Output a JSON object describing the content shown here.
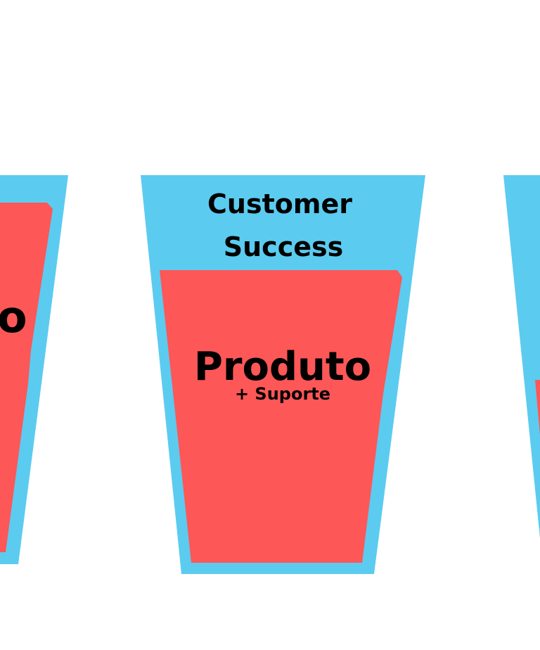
{
  "diagram": {
    "center_cup": {
      "top_label_line1": "Customer",
      "top_label_line2": "Success",
      "main_label": "Produto",
      "sub_label": "+ Suporte"
    },
    "left_cup": {
      "main_label_fragment": "o"
    }
  },
  "colors": {
    "cup_blue": "#5ccbf0",
    "fill_red": "#fe5757",
    "text": "#000000",
    "background": "#ffffff"
  }
}
